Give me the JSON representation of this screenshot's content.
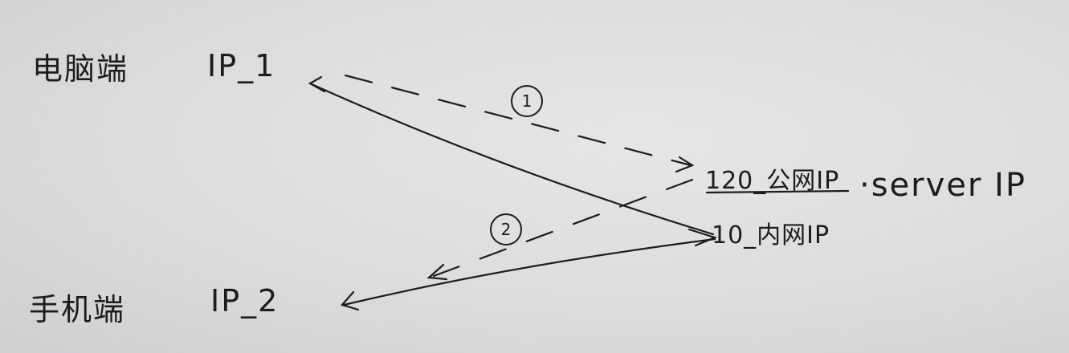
{
  "nodes": {
    "pc": {
      "label": "电脑端",
      "ip": "IP_1"
    },
    "phone": {
      "label": "手机端",
      "ip": "IP_2"
    },
    "server": {
      "public_ip": "120_公网IP",
      "private_ip": "10_内网IP",
      "label": "·server IP"
    }
  },
  "steps": {
    "one": "1",
    "two": "2"
  },
  "colors": {
    "ink": "#1c1c1e",
    "paper": "#dcdcde"
  }
}
